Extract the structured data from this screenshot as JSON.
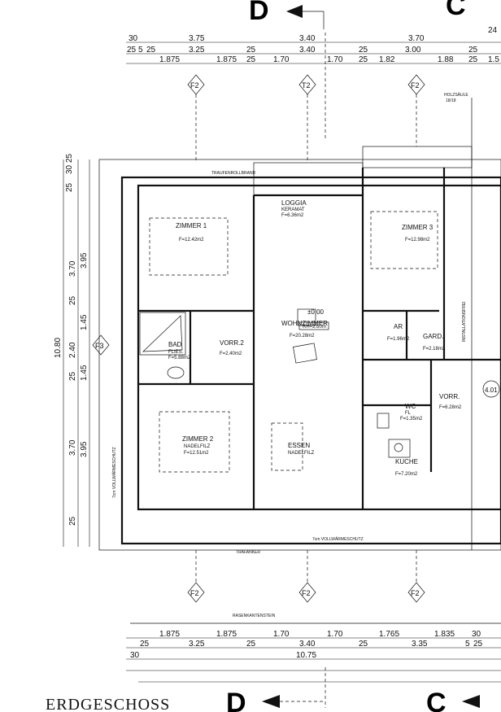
{
  "title": "ERDGESCHOSS",
  "section_marks": {
    "d_top": "D",
    "c_top": "C",
    "d_bottom": "D",
    "c_bottom": "C"
  },
  "axis_labels": {
    "f2": "F2",
    "t2": "T2",
    "f3": "F3"
  },
  "dims_top": {
    "row1": [
      "30",
      "3.75",
      "3.40",
      "3.70",
      "24"
    ],
    "row2": [
      "25",
      "5",
      "25",
      "3.25",
      "25",
      "3.40",
      "25",
      "3.00",
      "25"
    ],
    "row3": [
      "1.875",
      "1.875",
      "25",
      "1.70",
      "1.70",
      "25",
      "1.82",
      "1.88",
      "25",
      "1.5"
    ]
  },
  "dims_bottom": {
    "row1": [
      "1.875",
      "1.875",
      "1.70",
      "1.70",
      "1.765",
      "1.835",
      "30"
    ],
    "row2": [
      "25",
      "3.25",
      "25",
      "3.40",
      "25",
      "3.35",
      "5",
      "25"
    ],
    "row3": [
      "30",
      "10.75"
    ]
  },
  "dims_left": {
    "outer": [
      "25",
      "30",
      "25",
      "3.70",
      "25",
      "10.80",
      "2.40",
      "25",
      "3.70",
      "25"
    ],
    "inner": [
      "3.95",
      "1.45",
      "1.45",
      "3.95"
    ]
  },
  "rooms": {
    "zimmer1": {
      "name": "ZIMMER 1",
      "area": "F=12.42m2"
    },
    "zimmer2": {
      "name": "ZIMMER 2",
      "sub": "NADELFILZ",
      "area": "F=12.51m2"
    },
    "zimmer3": {
      "name": "ZIMMER 3",
      "area": "F=12.98m2"
    },
    "bad": {
      "name": "BAD",
      "sub": "FLIES.",
      "area": "F=5.88m2"
    },
    "vorr2": {
      "name": "VORR.2",
      "area": "F=2.40m2"
    },
    "wohnzimmer": {
      "name": "WOHNZIMMER",
      "area": "F=20.28m2"
    },
    "essen": {
      "name": "ESSEN",
      "sub": "NADELFILZ"
    },
    "loggia": {
      "name": "LOGGIA",
      "sub": "KERAMAT",
      "area": "F=6.36m2"
    },
    "ar": {
      "name": "AR",
      "area": "F=1.96m2"
    },
    "gard": {
      "name": "GARD.",
      "area": "F=2.18m2"
    },
    "wc": {
      "name": "WC",
      "sub": "FL",
      "area": "F=1.35m2"
    },
    "vorr": {
      "name": "VORR.",
      "area": "F=6.28m2"
    },
    "kuche": {
      "name": "KUCHE",
      "area": "F=7.20m2"
    }
  },
  "level": {
    "elevation": "±0.00",
    "room_height": "RH=2.60m"
  },
  "annotations": {
    "holzsaule": "HOLZSÄULE",
    "holzsaule_size": "18/18",
    "installationsfrei": "INSTALLATIONSFREI",
    "traufenbleche": "TRAUFENROLLBRAND",
    "trafanker": "TRAFANKER",
    "vollwarme": "7cm VOLLWÄRMESCHUTZ",
    "rasenkante": "RASENKANTENSTEIN",
    "num_401": "4.01"
  }
}
